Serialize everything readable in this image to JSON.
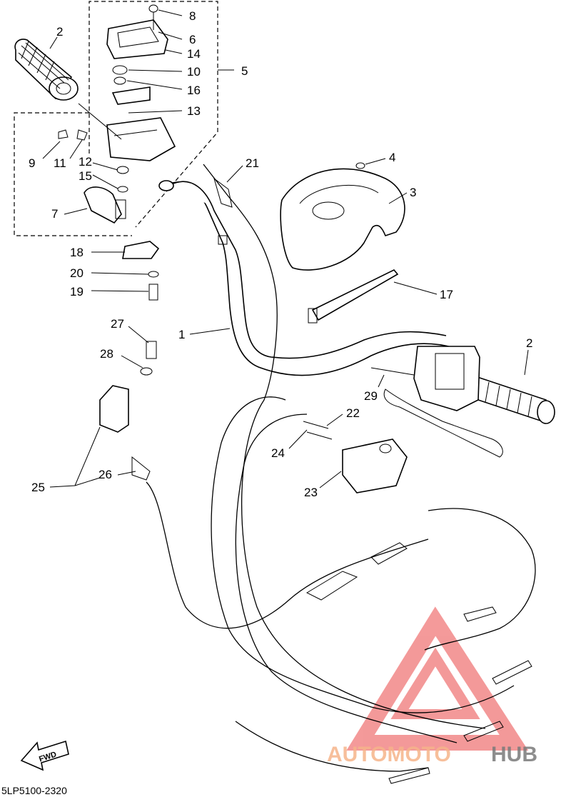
{
  "callouts": [
    {
      "id": "c1",
      "text": "1"
    },
    {
      "id": "c2a",
      "text": "2"
    },
    {
      "id": "c2b",
      "text": "2"
    },
    {
      "id": "c3",
      "text": "3"
    },
    {
      "id": "c4",
      "text": "4"
    },
    {
      "id": "c5",
      "text": "5"
    },
    {
      "id": "c6",
      "text": "6"
    },
    {
      "id": "c7",
      "text": "7"
    },
    {
      "id": "c8",
      "text": "8"
    },
    {
      "id": "c9",
      "text": "9"
    },
    {
      "id": "c10",
      "text": "10"
    },
    {
      "id": "c11",
      "text": "11"
    },
    {
      "id": "c12",
      "text": "12"
    },
    {
      "id": "c13",
      "text": "13"
    },
    {
      "id": "c14",
      "text": "14"
    },
    {
      "id": "c15",
      "text": "15"
    },
    {
      "id": "c16",
      "text": "16"
    },
    {
      "id": "c17",
      "text": "17"
    },
    {
      "id": "c18",
      "text": "18"
    },
    {
      "id": "c19",
      "text": "19"
    },
    {
      "id": "c20",
      "text": "20"
    },
    {
      "id": "c21",
      "text": "21"
    },
    {
      "id": "c22",
      "text": "22"
    },
    {
      "id": "c23",
      "text": "23"
    },
    {
      "id": "c24",
      "text": "24"
    },
    {
      "id": "c25",
      "text": "25"
    },
    {
      "id": "c26",
      "text": "26"
    },
    {
      "id": "c27",
      "text": "27"
    },
    {
      "id": "c28",
      "text": "28"
    },
    {
      "id": "c29",
      "text": "29"
    }
  ],
  "fwd_label": "FWD",
  "diagram_code": "5LP5100-2320",
  "watermark": {
    "part1": "AUTOMOTO",
    "part2": "HUB",
    "color1": "#f6b48a",
    "color2": "#7a7a7a",
    "logo_color": "#f07878"
  }
}
